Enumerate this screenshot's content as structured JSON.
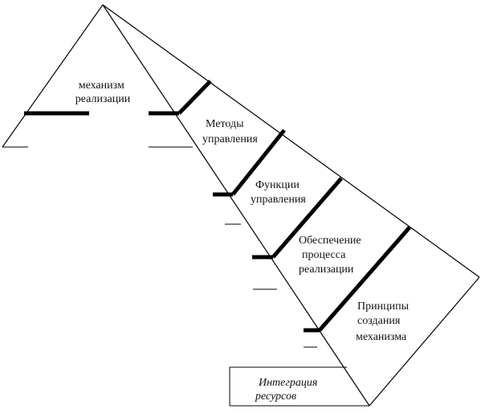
{
  "diagram": {
    "labels": {
      "mechanism": [
        "механизм",
        "реализации"
      ],
      "methods": [
        "Методы",
        "управления"
      ],
      "functions": [
        "Функции",
        "управления"
      ],
      "support": [
        "Обеспечение",
        "процесса",
        "реализации"
      ],
      "principles": [
        "Принципы",
        "создания",
        "механизма"
      ],
      "integration": [
        "Интеграция",
        "ресурсов"
      ]
    },
    "colors": {
      "stroke": "#000000",
      "background": "#ffffff"
    }
  }
}
